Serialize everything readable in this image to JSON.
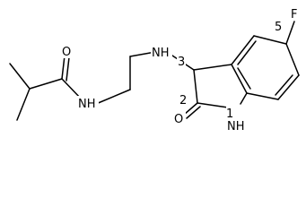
{
  "molecule": {
    "atoms": {
      "amide_nh": "NH",
      "amine_nh": "NH",
      "fluorine": "F",
      "amide_oxygen": "O",
      "lactam_oxygen": "O",
      "ring_nh": "NH",
      "ring_nh_position": "1",
      "attachment_position": "3",
      "oxo_position": "2",
      "fluoro_position": "5"
    }
  }
}
